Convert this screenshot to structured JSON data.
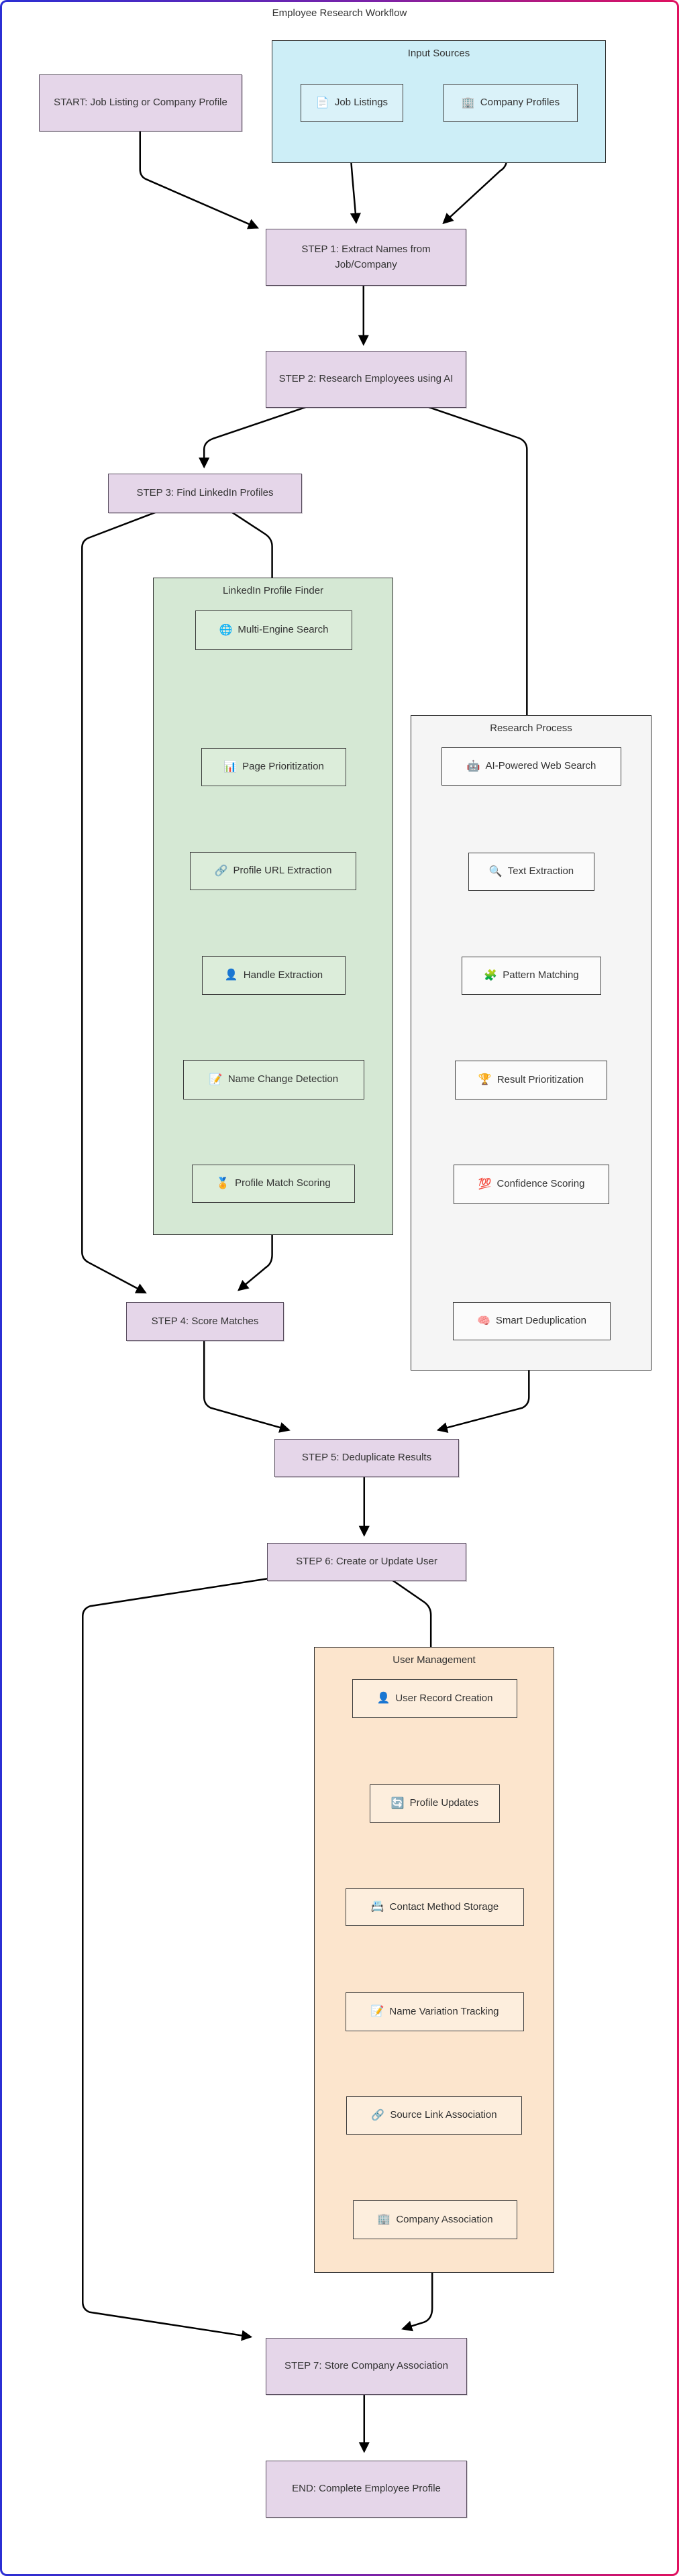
{
  "diagram_title": "Employee Research Workflow",
  "colors": {
    "frame_gradient_start": "#2b2fd4",
    "frame_gradient_end": "#e0115f",
    "step_node_fill": "#e5d6e9",
    "input_sources_fill": "#cdeef7",
    "linkedin_finder_fill": "#d5e8d4",
    "research_process_fill": "#f5f5f5",
    "user_management_fill": "#fce5cd",
    "edge_color": "#000000"
  },
  "subgraphs": {
    "input_sources": {
      "title": "Input Sources"
    },
    "linkedin_finder": {
      "title": "LinkedIn Profile Finder"
    },
    "research_process": {
      "title": "Research Process"
    },
    "user_management": {
      "title": "User Management"
    }
  },
  "nodes": {
    "start": {
      "label": "START: Job Listing or Company Profile"
    },
    "job_listings": {
      "icon": "📄",
      "label": "Job Listings"
    },
    "company_profiles": {
      "icon": "🏢",
      "label": "Company Profiles"
    },
    "step1": {
      "label": "STEP 1: Extract Names from Job/Company"
    },
    "step2": {
      "label": "STEP 2: Research Employees using AI"
    },
    "step3": {
      "label": "STEP 3: Find LinkedIn Profiles"
    },
    "multi_engine_search": {
      "icon": "🌐",
      "label": "Multi-Engine Search"
    },
    "page_prioritization": {
      "icon": "📊",
      "label": "Page Prioritization"
    },
    "profile_url_extraction": {
      "icon": "🔗",
      "label": "Profile URL Extraction"
    },
    "handle_extraction": {
      "icon": "👤",
      "label": "Handle Extraction"
    },
    "name_change_detection": {
      "icon": "📝",
      "label": "Name Change Detection"
    },
    "profile_match_scoring": {
      "icon": "🏅",
      "label": "Profile Match Scoring"
    },
    "ai_web_search": {
      "icon": "🤖",
      "label": "AI-Powered Web Search"
    },
    "text_extraction": {
      "icon": "🔍",
      "label": "Text Extraction"
    },
    "pattern_matching": {
      "icon": "🧩",
      "label": "Pattern Matching"
    },
    "result_prioritization": {
      "icon": "🏆",
      "label": "Result Prioritization"
    },
    "confidence_scoring": {
      "icon": "💯",
      "label": "Confidence Scoring"
    },
    "smart_deduplication": {
      "icon": "🧠",
      "label": "Smart Deduplication"
    },
    "step4": {
      "label": "STEP 4: Score Matches"
    },
    "step5": {
      "label": "STEP 5: Deduplicate Results"
    },
    "step6": {
      "label": "STEP 6: Create or Update User"
    },
    "user_record_creation": {
      "icon": "👤",
      "label": "User Record Creation"
    },
    "profile_updates": {
      "icon": "🔄",
      "label": "Profile Updates"
    },
    "contact_method_storage": {
      "icon": "📇",
      "label": "Contact Method Storage"
    },
    "name_variation_tracking": {
      "icon": "📝",
      "label": "Name Variation Tracking"
    },
    "source_link_association": {
      "icon": "🔗",
      "label": "Source Link Association"
    },
    "company_association": {
      "icon": "🏢",
      "label": "Company Association"
    },
    "step7": {
      "label": "STEP 7: Store Company Association"
    },
    "end": {
      "label": "END: Complete Employee Profile"
    }
  }
}
